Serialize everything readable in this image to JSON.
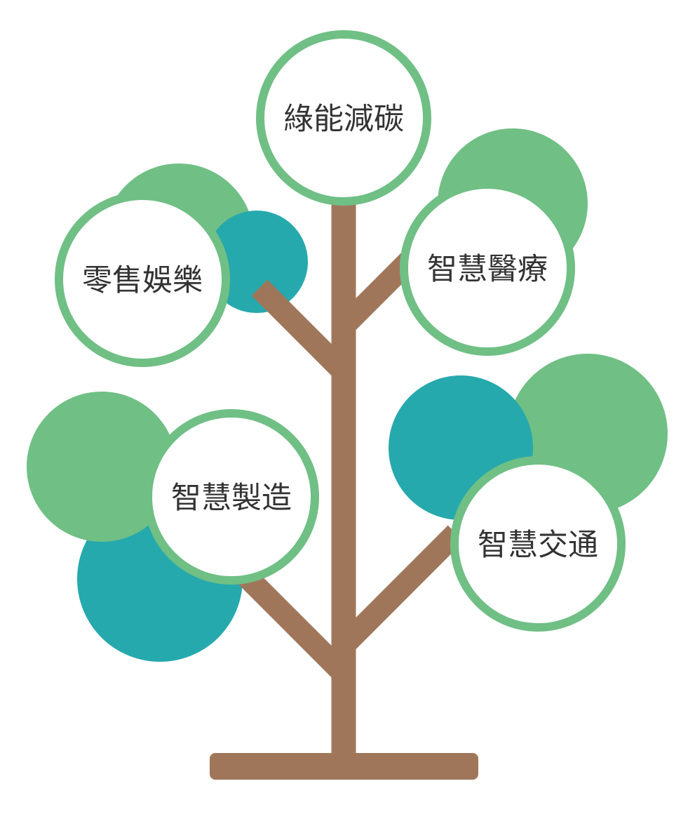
{
  "colors": {
    "green": "#70bf85",
    "teal": "#26a9ad",
    "trunk": "#a0765a",
    "text": "#333333"
  },
  "nodes": [
    {
      "id": "green-energy",
      "label": "綠能減碳"
    },
    {
      "id": "retail-entertainment",
      "label": "零售娛樂"
    },
    {
      "id": "smart-healthcare",
      "label": "智慧醫療"
    },
    {
      "id": "smart-manufacturing",
      "label": "智慧製造"
    },
    {
      "id": "smart-transportation",
      "label": "智慧交通"
    }
  ]
}
